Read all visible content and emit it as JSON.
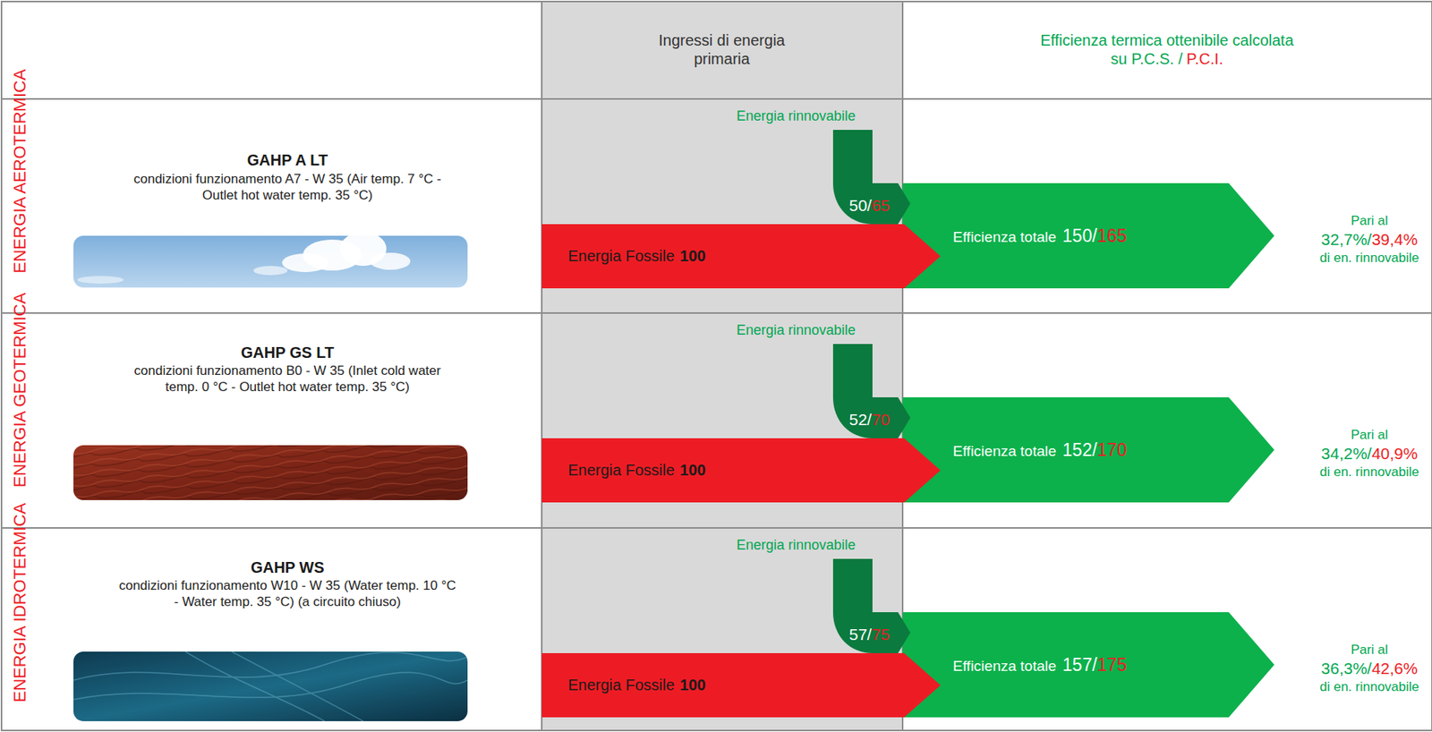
{
  "diagram": {
    "nodes": [
      {
        "text": [
          "ENERGIA AEROTERMICA",
          "GAHP A LT",
          "condizioni funzionamento A7 - W 35 (Air temp. 7 °C - Outlet hot water temp. 35 °C)"
        ]
      },
      {
        "text": [
          "Energia rinnovabile",
          "50/",
          "65"
        ]
      },
      {
        "text": [
          "Energia Fossile",
          "100"
        ]
      },
      {
        "text": [
          "Efficienza totale",
          "150/",
          "165"
        ]
      },
      {
        "text": [
          "ENERGIA GEOTERMICA",
          "GAHP GS LT",
          "condizioni funzionamento B0 - W 35 (Inlet cold water temp. 0 °C - Outlet hot water temp. 35 °C)"
        ]
      },
      {
        "text": [
          "Energia rinnovabile",
          "52/",
          "70"
        ]
      },
      {
        "text": [
          "Energia Fossile",
          "100"
        ]
      },
      {
        "text": [
          "Efficienza totale",
          "152/",
          "170"
        ]
      },
      {
        "text": [
          "ENERGIA IDROTERMICA",
          "GAHP WS",
          "condizioni funzionamento W10 - W 35 (Water temp. 10 °C - Water temp. 35 °C) (a circuito chiuso)"
        ]
      },
      {
        "text": [
          "Energia rinnovabile",
          "57/",
          "75"
        ]
      },
      {
        "text": [
          "Energia Fossile",
          "100"
        ]
      },
      {
        "text": [
          "Efficienza totale",
          "157/",
          "175"
        ]
      }
    ],
    "labels": [
      "Ingressi di energia primaria",
      "Efficienza termica ottenibile calcolata su P.C.S. /",
      "P.C.I.",
      "Pari al",
      "32,7%/",
      "39,4%",
      "di en. rinnovabile",
      "Pari al",
      "34,2%/",
      "40,9%",
      "di en. rinnovabile",
      "Pari al",
      "36,3%/",
      "42,6%",
      "di en. rinnovabile"
    ]
  }
}
